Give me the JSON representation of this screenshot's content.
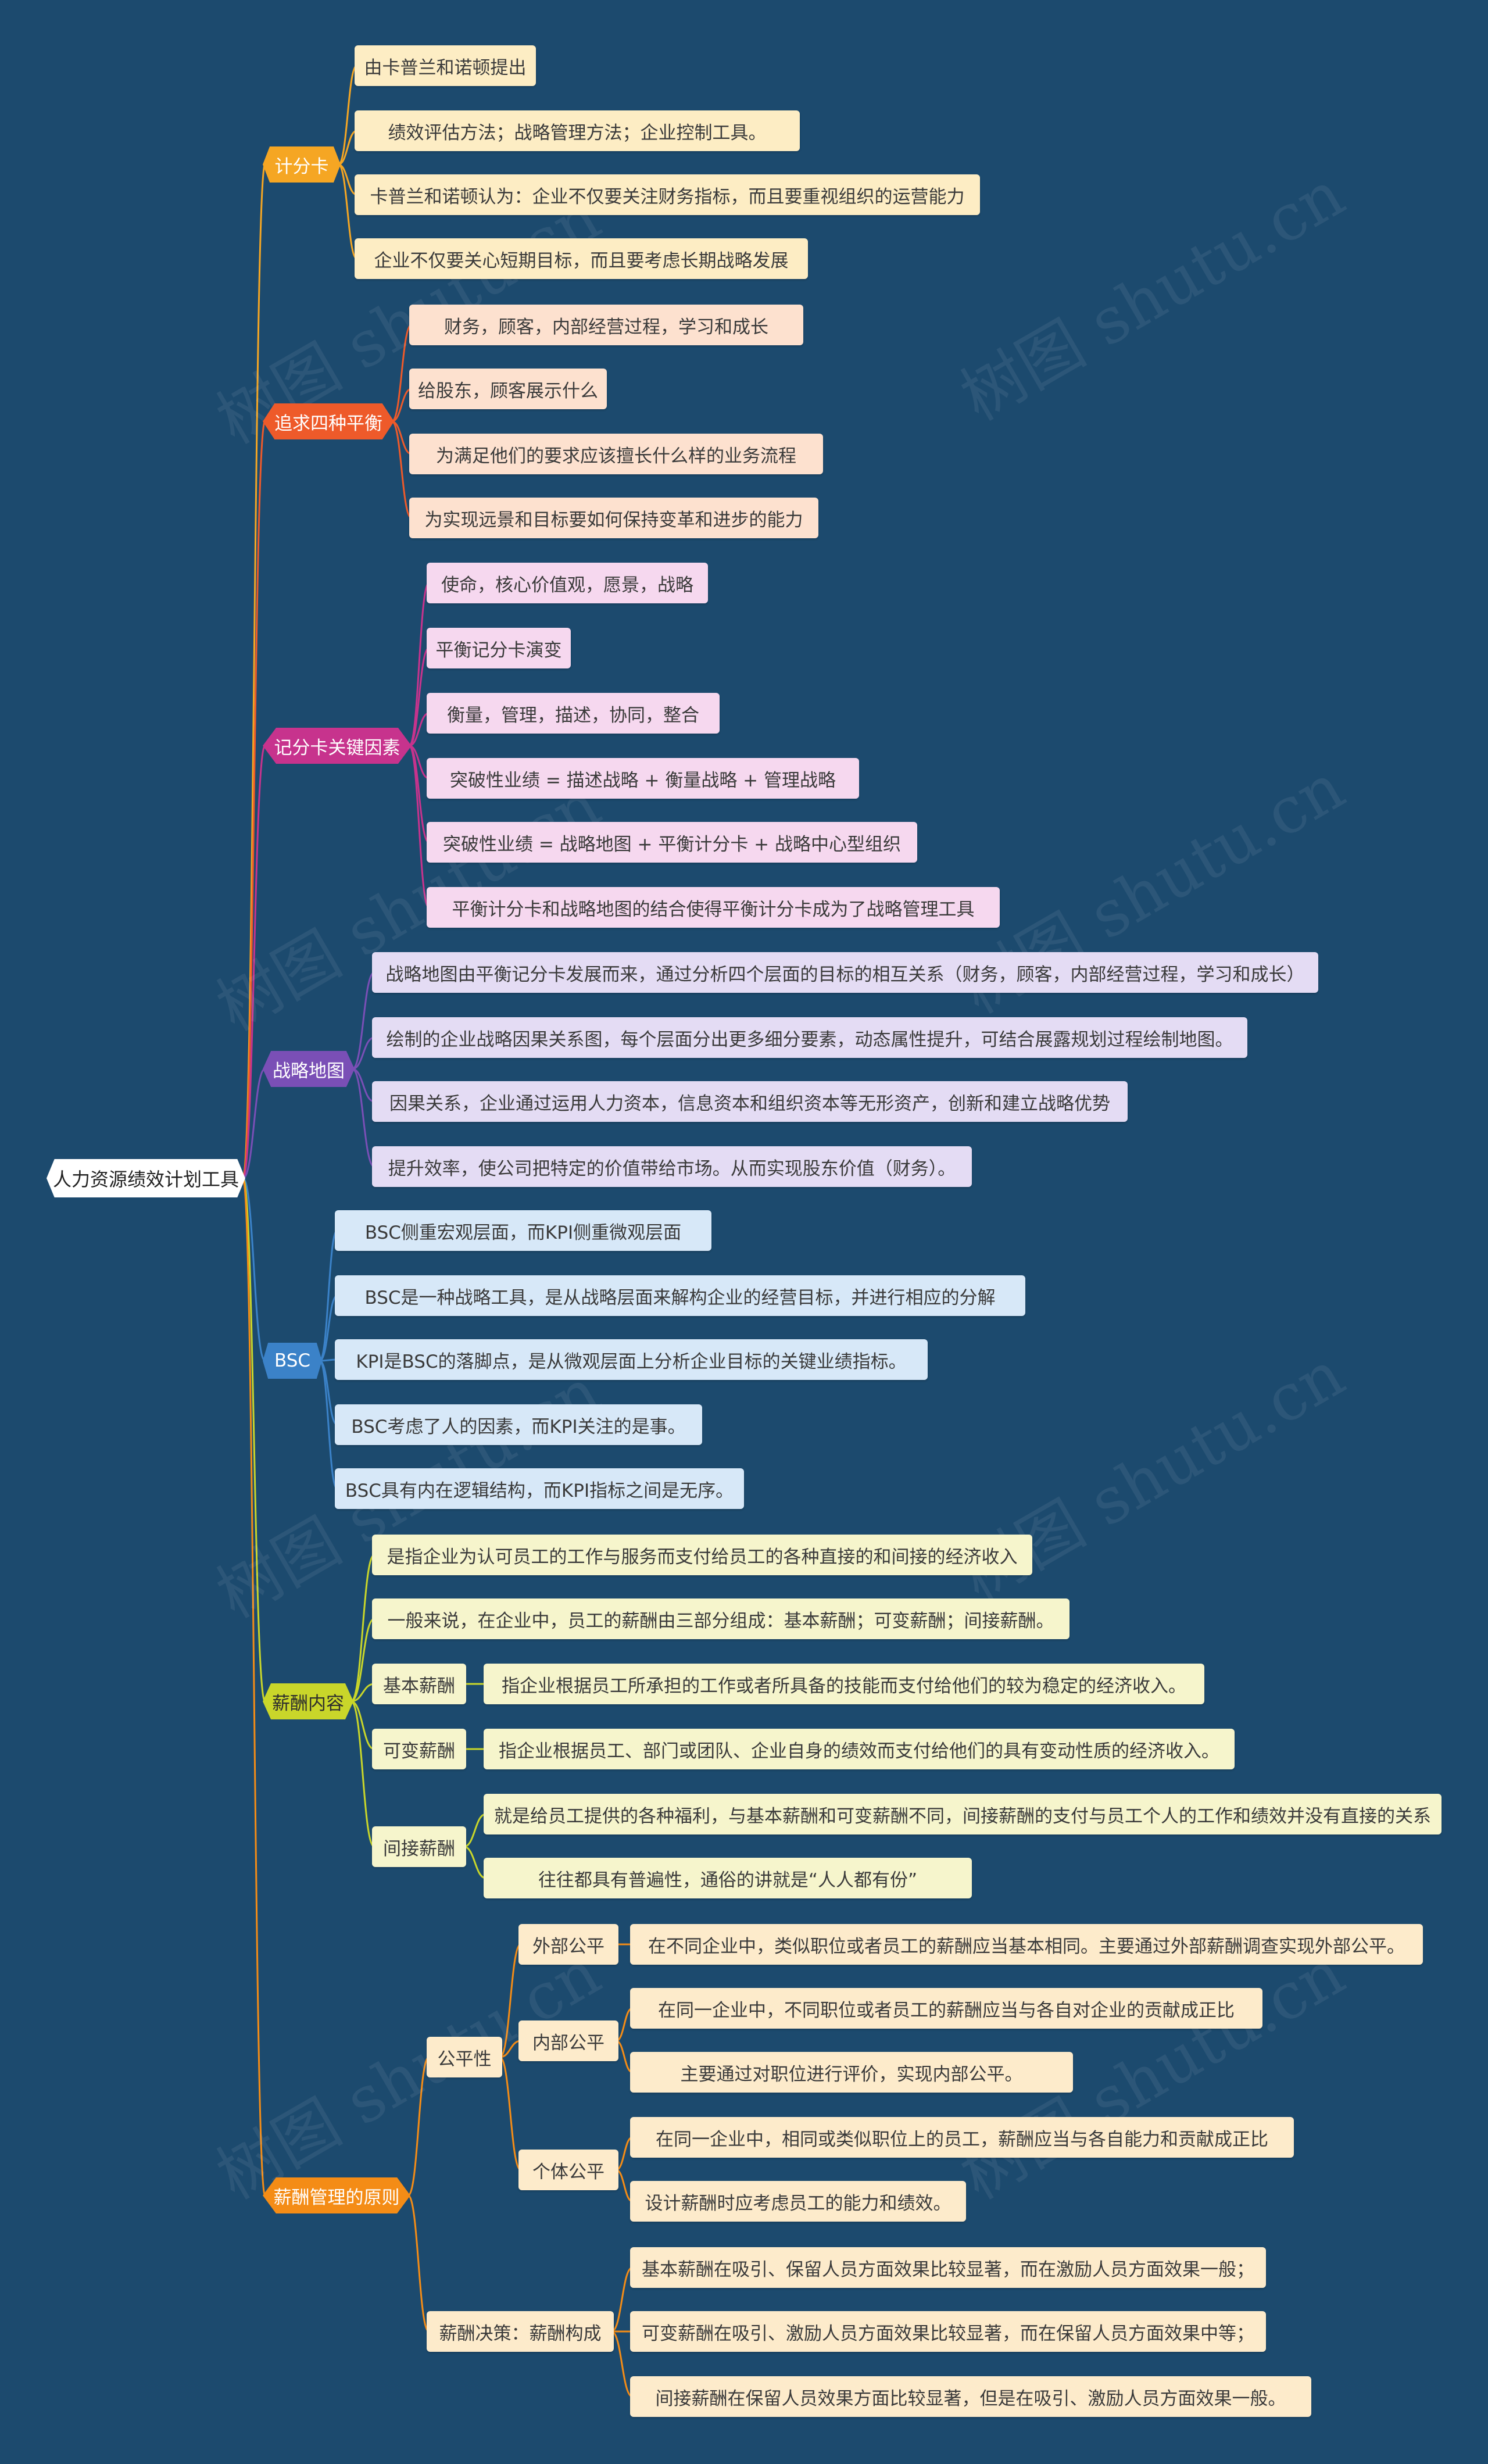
{
  "root": {
    "label": "人力资源绩效计划工具"
  },
  "watermark": "树图 shutu.cn",
  "branches": [
    {
      "id": "b1",
      "label": "计分卡",
      "color": "#f5a623",
      "children": [
        {
          "id": "b1c1",
          "label": "由卡普兰和诺顿提出"
        },
        {
          "id": "b1c2",
          "label": "绩效评估方法；战略管理方法；企业控制工具。"
        },
        {
          "id": "b1c3",
          "label": "卡普兰和诺顿认为：企业不仅要关注财务指标，而且要重视组织的运营能力"
        },
        {
          "id": "b1c4",
          "label": "企业不仅要关心短期目标，而且要考虑长期战略发展"
        }
      ]
    },
    {
      "id": "b2",
      "label": "追求四种平衡",
      "color": "#ee5a2a",
      "children": [
        {
          "id": "b2c1",
          "label": "财务，顾客，内部经营过程，学习和成长"
        },
        {
          "id": "b2c2",
          "label": "给股东，顾客展示什么"
        },
        {
          "id": "b2c3",
          "label": "为满足他们的要求应该擅长什么样的业务流程"
        },
        {
          "id": "b2c4",
          "label": "为实现远景和目标要如何保持变革和进步的能力"
        }
      ]
    },
    {
      "id": "b3",
      "label": "记分卡关键因素",
      "color": "#c7338d",
      "children": [
        {
          "id": "b3c1",
          "label": "使命，核心价值观，愿景，战略"
        },
        {
          "id": "b3c2",
          "label": "平衡记分卡演变"
        },
        {
          "id": "b3c3",
          "label": "衡量，管理，描述，协同，整合"
        },
        {
          "id": "b3c4",
          "label": "突破性业绩 = 描述战略 + 衡量战略 + 管理战略"
        },
        {
          "id": "b3c5",
          "label": "突破性业绩 = 战略地图 + 平衡计分卡 + 战略中心型组织"
        },
        {
          "id": "b3c6",
          "label": "平衡计分卡和战略地图的结合使得平衡计分卡成为了战略管理工具"
        }
      ]
    },
    {
      "id": "b4",
      "label": "战略地图",
      "color": "#7a4fb6",
      "children": [
        {
          "id": "b4c1",
          "label": "战略地图由平衡记分卡发展而来，通过分析四个层面的目标的相互关系（财务，顾客，内部经营过程，学习和成长）"
        },
        {
          "id": "b4c2",
          "label": "绘制的企业战略因果关系图，每个层面分出更多细分要素，动态属性提升，可结合展露规划过程绘制地图。"
        },
        {
          "id": "b4c3",
          "label": "因果关系，企业通过运用人力资本，信息资本和组织资本等无形资产，创新和建立战略优势"
        },
        {
          "id": "b4c4",
          "label": "提升效率，使公司把特定的价值带给市场。从而实现股东价值（财务）。"
        }
      ]
    },
    {
      "id": "b5",
      "label": "BSC",
      "color": "#3b82c8",
      "children": [
        {
          "id": "b5c1",
          "label": "BSC侧重宏观层面，而KPI侧重微观层面"
        },
        {
          "id": "b5c2",
          "label": "BSC是一种战略工具，是从战略层面来解构企业的经营目标，并进行相应的分解"
        },
        {
          "id": "b5c3",
          "label": "KPI是BSC的落脚点，是从微观层面上分析企业目标的关键业绩指标。"
        },
        {
          "id": "b5c4",
          "label": "BSC考虑了人的因素，而KPI关注的是事。"
        },
        {
          "id": "b5c5",
          "label": "BSC具有内在逻辑结构，而KPI指标之间是无序。"
        }
      ]
    },
    {
      "id": "b6",
      "label": "薪酬内容",
      "color": "#c9d62a",
      "children": [
        {
          "id": "b6c1",
          "label": "是指企业为认可员工的工作与服务而支付给员工的各种直接的和间接的经济收入"
        },
        {
          "id": "b6c2",
          "label": "一般来说，在企业中，员工的薪酬由三部分组成：基本薪酬；可变薪酬；间接薪酬。"
        },
        {
          "id": "b6c3",
          "label": "基本薪酬",
          "children": [
            {
              "id": "b6c3a",
              "label": "指企业根据员工所承担的工作或者所具备的技能而支付给他们的较为稳定的经济收入。"
            }
          ]
        },
        {
          "id": "b6c4",
          "label": "可变薪酬",
          "children": [
            {
              "id": "b6c4a",
              "label": "指企业根据员工、部门或团队、企业自身的绩效而支付给他们的具有变动性质的经济收入。"
            }
          ]
        },
        {
          "id": "b6c5",
          "label": "间接薪酬",
          "children": [
            {
              "id": "b6c5a",
              "label": "就是给员工提供的各种福利，与基本薪酬和可变薪酬不同，间接薪酬的支付与员工个人的工作和绩效并没有直接的关系"
            },
            {
              "id": "b6c5b",
              "label": "往往都具有普遍性，通俗的讲就是“人人都有份”"
            }
          ]
        }
      ]
    },
    {
      "id": "b7",
      "label": "薪酬管理的原则",
      "color": "#f48c16",
      "children": [
        {
          "id": "b7c1",
          "label": "公平性",
          "children": [
            {
              "id": "b7c1a",
              "label": "外部公平",
              "children": [
                {
                  "id": "b7c1a1",
                  "label": "在不同企业中，类似职位或者员工的薪酬应当基本相同。主要通过外部薪酬调查实现外部公平。"
                }
              ]
            },
            {
              "id": "b7c1b",
              "label": "内部公平",
              "children": [
                {
                  "id": "b7c1b1",
                  "label": "在同一企业中，不同职位或者员工的薪酬应当与各自对企业的贡献成正比"
                },
                {
                  "id": "b7c1b2",
                  "label": "主要通过对职位进行评价，实现内部公平。"
                }
              ]
            },
            {
              "id": "b7c1c",
              "label": "个体公平",
              "children": [
                {
                  "id": "b7c1c1",
                  "label": "在同一企业中，相同或类似职位上的员工，薪酬应当与各自能力和贡献成正比"
                },
                {
                  "id": "b7c1c2",
                  "label": "设计薪酬时应考虑员工的能力和绩效。"
                }
              ]
            }
          ]
        },
        {
          "id": "b7c2",
          "label": "薪酬决策：薪酬构成",
          "children": [
            {
              "id": "b7c2a",
              "label": "基本薪酬在吸引、保留人员方面效果比较显著，而在激励人员方面效果一般；"
            },
            {
              "id": "b7c2b",
              "label": "可变薪酬在吸引、激励人员方面效果比较显著，而在保留人员方面效果中等；"
            },
            {
              "id": "b7c2c",
              "label": "间接薪酬在保留人员效果方面比较显著，但是在吸引、激励人员方面效果一般。"
            }
          ]
        }
      ]
    }
  ]
}
